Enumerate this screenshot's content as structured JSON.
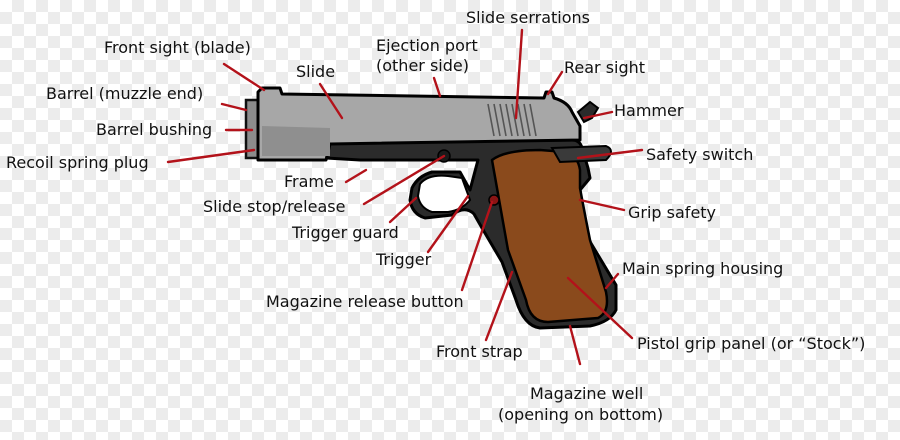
{
  "labels": {
    "slide_serrations": "Slide serrations",
    "front_sight": "Front sight (blade)",
    "ejection_port_line1": "Ejection port",
    "ejection_port_line2": "(other side)",
    "slide": "Slide",
    "rear_sight": "Rear sight",
    "barrel": "Barrel (muzzle end)",
    "hammer": "Hammer",
    "barrel_bushing": "Barrel bushing",
    "safety_switch": "Safety switch",
    "recoil_spring_plug": "Recoil spring plug",
    "frame": "Frame",
    "grip_safety": "Grip safety",
    "slide_stop": "Slide stop/release",
    "trigger_guard": "Trigger guard",
    "trigger": "Trigger",
    "main_spring_housing": "Main spring housing",
    "magazine_release": "Magazine release button",
    "pistol_grip_panel": "Pistol grip panel (or “Stock”)",
    "front_strap": "Front strap",
    "magazine_well_line1": "Magazine well",
    "magazine_well_line2": "(opening on bottom)"
  },
  "colors": {
    "leader": "#b3121a",
    "slide": "#a7a7a7",
    "frame": "#2b2b2b",
    "grip": "#8a4a1c"
  }
}
